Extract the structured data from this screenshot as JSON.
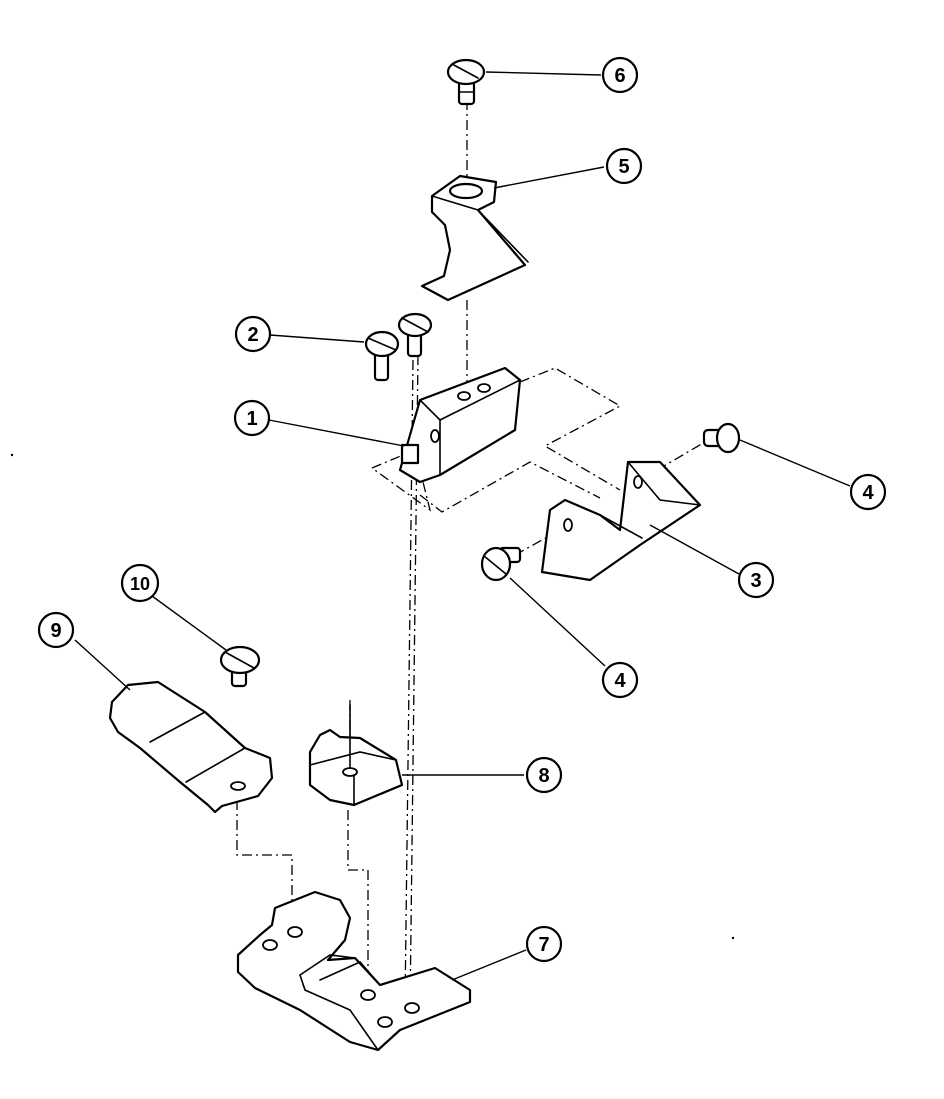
{
  "diagram": {
    "callouts": [
      {
        "label": "1"
      },
      {
        "label": "2"
      },
      {
        "label": "3"
      },
      {
        "label": "4"
      },
      {
        "label": "4"
      },
      {
        "label": "5"
      },
      {
        "label": "6"
      },
      {
        "label": "7"
      },
      {
        "label": "8"
      },
      {
        "label": "9"
      },
      {
        "label": "10"
      }
    ]
  }
}
